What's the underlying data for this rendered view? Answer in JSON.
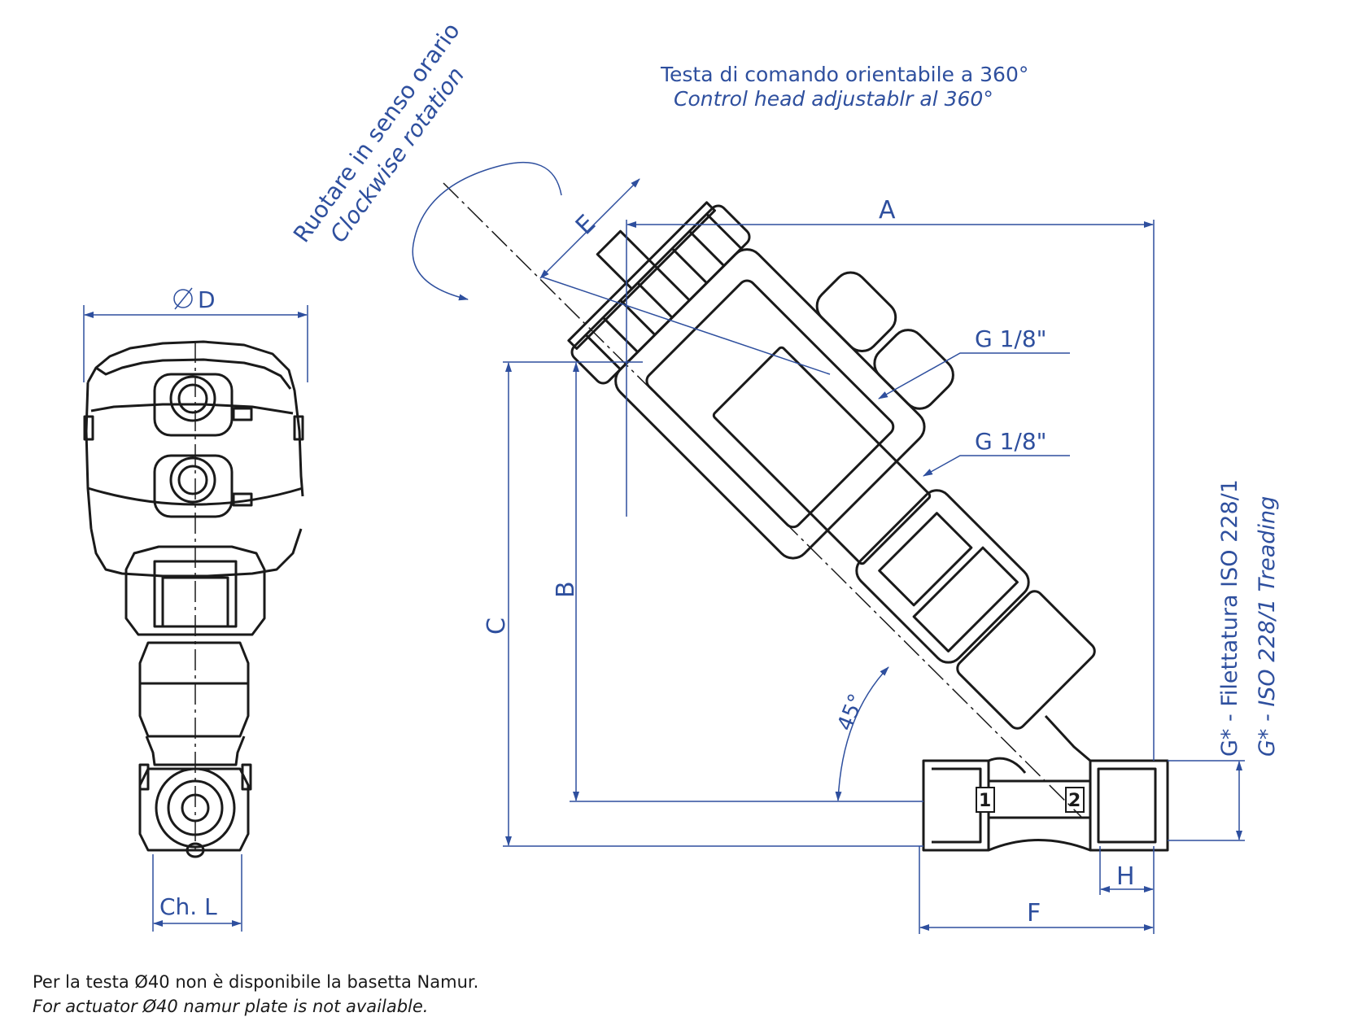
{
  "header": {
    "rotate_note_it": "Testa di comando orientabile a 360°",
    "rotate_note_en": "Control head adjustablr al 360°"
  },
  "rotation": {
    "it": "Ruotare in senso orario",
    "en": "Clockwise rotation"
  },
  "dimensions": {
    "D": "D",
    "A": "A",
    "B": "B",
    "C": "C",
    "E": "E",
    "F": "F",
    "H": "H",
    "ChL": "Ch. L",
    "angle": "45°",
    "port1": "G 1/8\"",
    "port2": "G 1/8\""
  },
  "thread_note": {
    "it": "G* - Filettatura ISO 228/1",
    "en": "G* - ISO 228/1 Treading"
  },
  "port_marks": {
    "inlet": "1",
    "outlet": "2"
  },
  "footnote": {
    "it": "Per la testa Ø40 non è disponibile la basetta Namur.",
    "en": "For actuator Ø40 namur plate is not available."
  },
  "colors": {
    "dimension": "#2e4f9e",
    "outline": "#1a1a1a"
  }
}
